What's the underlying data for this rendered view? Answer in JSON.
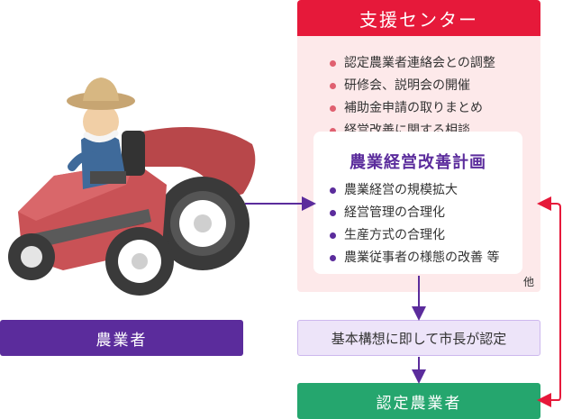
{
  "support_center": {
    "title": "支援センター",
    "items": [
      "認定農業者連絡会との調整",
      "研修会、説明会の開催",
      "補助金申請の取りまとめ",
      "経営改善に関する相談"
    ]
  },
  "plan": {
    "title": "農業経営改善計画",
    "items": [
      "農業経営の規模拡大",
      "経営管理の合理化",
      "生産方式の合理化",
      "農業従事者の様態の改善 等"
    ],
    "other": "他"
  },
  "approval": {
    "label": "基本構想に即して市長が認定"
  },
  "certified": {
    "label": "認定農業者"
  },
  "farmer": {
    "label": "農業者"
  },
  "colors": {
    "red": "#e6193a",
    "purple": "#5b2c9c",
    "green": "#25a66e"
  }
}
